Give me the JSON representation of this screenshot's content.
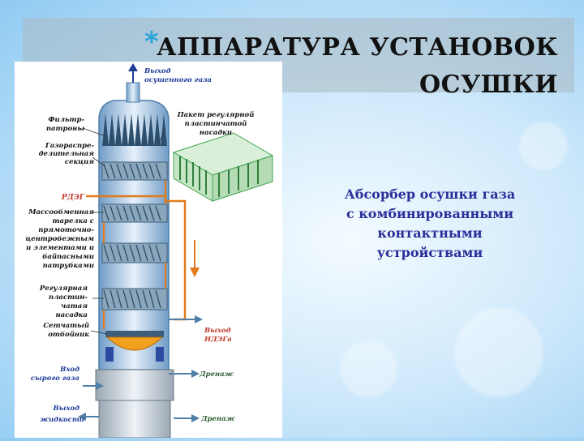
{
  "slide": {
    "title_line1": "АППАРАТУРА УСТАНОВОК",
    "title_line2": "ОСУШКИ",
    "bullet": "*",
    "caption_lines": [
      "Абсорбер осушки газа",
      "с комбинированными",
      "контактными",
      "устройствами"
    ]
  },
  "diagram": {
    "labels": {
      "gas_outlet": [
        "Выход",
        "осушенного газа"
      ],
      "filter": [
        "Фильтр-",
        "патроны"
      ],
      "gas_distributor": [
        "Газораспре-",
        "делительная",
        "секция"
      ],
      "package": [
        "Пакет регулярной",
        "пластинчатой",
        "насадки"
      ],
      "rdeg": [
        "РДЭГ"
      ],
      "mass_tray": [
        "Массообменная",
        "тарелка с",
        "прямоточно-",
        "центробежным",
        "и элементами и",
        "байпасными",
        "патрубками"
      ],
      "regular_packing": [
        "Регулярная",
        "пластин-",
        "чатая",
        "насадка"
      ],
      "mesh": [
        "Сетчатый",
        "отбойник"
      ],
      "nde_outlet": [
        "Выход",
        "НДЭГа"
      ],
      "raw_gas": [
        "Вход",
        "сырого газа"
      ],
      "drain1": [
        "Дренаж"
      ],
      "liquid_outlet": [
        "Выход",
        "жидкости"
      ],
      "drain2": [
        "Дренаж"
      ]
    },
    "colors": {
      "column": "#b9d6ee",
      "column_dark": "#7fa9cf",
      "orange": "#e07a1a",
      "blue_label": "#1f3d99",
      "red_label": "#c0392b",
      "packing": "#6f8fa8",
      "liquid": "#f2a020",
      "green": "#3fa34d"
    }
  }
}
